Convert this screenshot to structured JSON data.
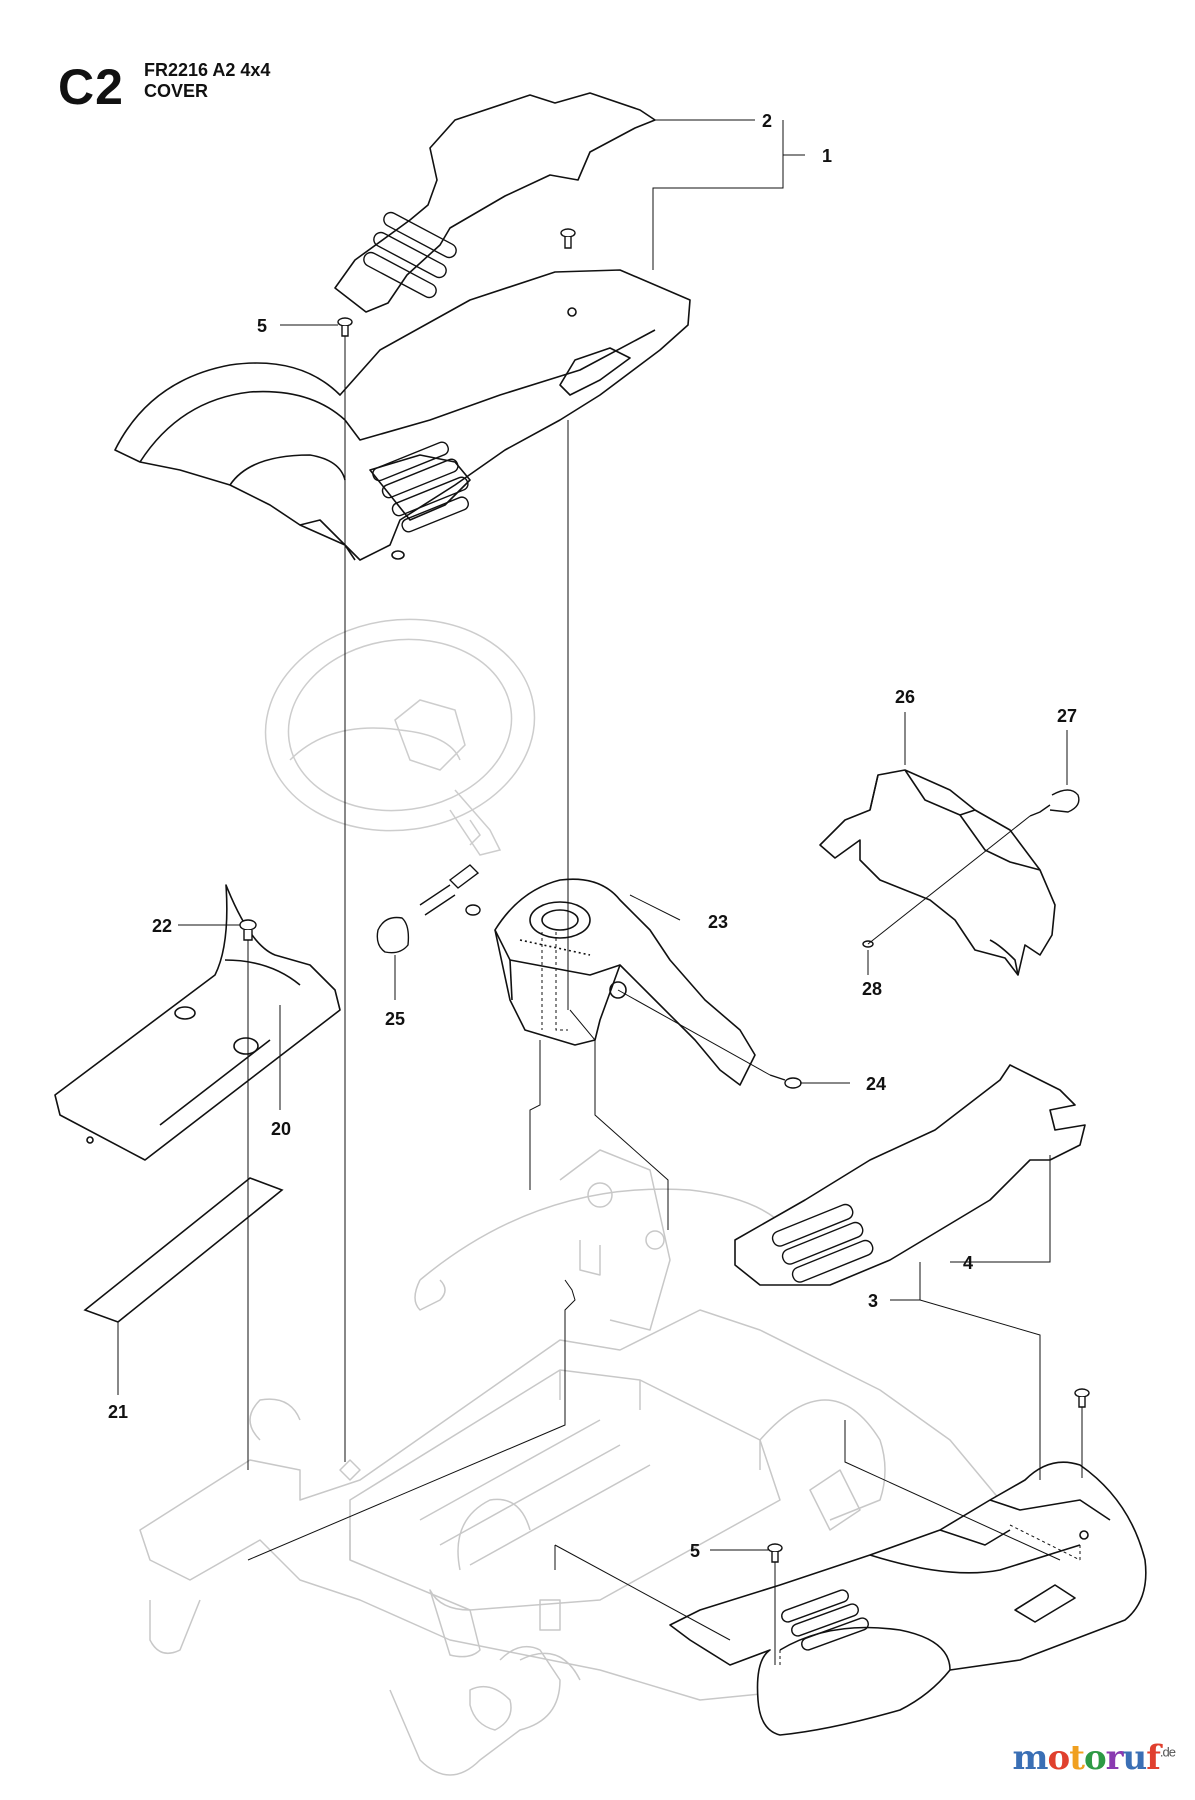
{
  "header": {
    "section": "C2",
    "model": "FR2216 A2 4x4",
    "group": "COVER"
  },
  "callouts": [
    {
      "id": "c2",
      "label": "2"
    },
    {
      "id": "c1",
      "label": "1"
    },
    {
      "id": "c5a",
      "label": "5"
    },
    {
      "id": "c26",
      "label": "26"
    },
    {
      "id": "c27",
      "label": "27"
    },
    {
      "id": "c22",
      "label": "22"
    },
    {
      "id": "c23",
      "label": "23"
    },
    {
      "id": "c25",
      "label": "25"
    },
    {
      "id": "c28",
      "label": "28"
    },
    {
      "id": "c24",
      "label": "24"
    },
    {
      "id": "c20",
      "label": "20"
    },
    {
      "id": "c4",
      "label": "4"
    },
    {
      "id": "c3",
      "label": "3"
    },
    {
      "id": "c21",
      "label": "21"
    },
    {
      "id": "c5b",
      "label": "5"
    }
  ],
  "watermark": {
    "brand": "motoruf",
    "suffix": ".de",
    "colors": [
      "#3a6fb5",
      "#e0402e",
      "#f0a020",
      "#2e9a45",
      "#8a3ab0",
      "#3a6fb5",
      "#e0402e"
    ]
  }
}
